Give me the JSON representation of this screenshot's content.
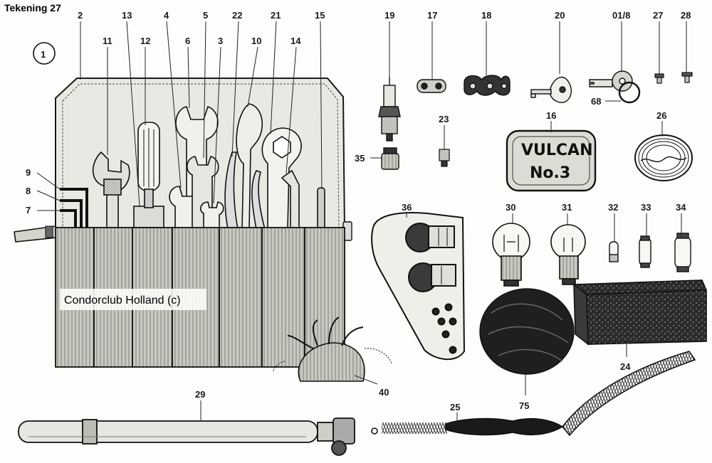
{
  "drawing_title": "Tekening 27",
  "figure_number": "1",
  "watermark": "Condorclub Holland (c)",
  "tin_label": {
    "line1": "VULCAN",
    "line2": "No.3"
  },
  "callouts": {
    "c2": "2",
    "c11": "11",
    "c13": "13",
    "c12": "12",
    "c4": "4",
    "c6": "6",
    "c5": "5",
    "c3": "3",
    "c22": "22",
    "c10": "10",
    "c21": "21",
    "c14": "14",
    "c15": "15",
    "c9": "9",
    "c8": "8",
    "c7": "7",
    "c19": "19",
    "c17": "17",
    "c18": "18",
    "c20": "20",
    "c01_8": "01/8",
    "c27": "27",
    "c28": "28",
    "c68": "68",
    "c23": "23",
    "c35": "35",
    "c16": "16",
    "c26": "26",
    "c36": "36",
    "c30": "30",
    "c31": "31",
    "c32": "32",
    "c33": "33",
    "c34": "34",
    "c75": "75",
    "c24": "24",
    "c40": "40",
    "c29": "29",
    "c25": "25"
  }
}
